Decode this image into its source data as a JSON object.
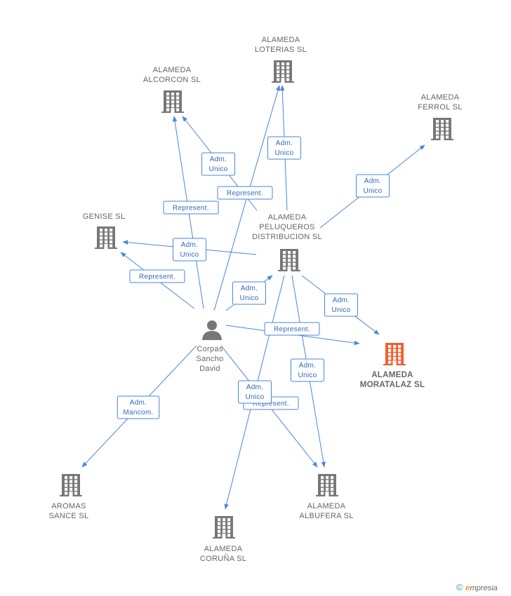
{
  "colors": {
    "edge": "#4a86d8",
    "edge_text": "#2f68b8",
    "building": "#777777",
    "building_focus": "#f06030",
    "person": "#777777",
    "label": "#666666"
  },
  "nodes": [
    {
      "id": "loterias",
      "type": "building",
      "lines": [
        "ALAMEDA",
        "LOTERIAS SL"
      ]
    },
    {
      "id": "alcorcon",
      "type": "building",
      "lines": [
        "ALAMEDA",
        "ALCORCON SL"
      ]
    },
    {
      "id": "ferrol",
      "type": "building",
      "lines": [
        "ALAMEDA",
        "FERROL SL"
      ]
    },
    {
      "id": "genise",
      "type": "building",
      "lines": [
        "GENISE SL"
      ]
    },
    {
      "id": "peluqueros",
      "type": "building",
      "lines": [
        "ALAMEDA",
        "PELUQUEROS",
        "DISTRIBUCION SL"
      ]
    },
    {
      "id": "moratalaz",
      "type": "building",
      "focus": true,
      "lines": [
        "ALAMEDA",
        "MORATALAZ SL"
      ]
    },
    {
      "id": "person",
      "type": "person",
      "lines": [
        "Corpas",
        "Sancho",
        "David"
      ]
    },
    {
      "id": "aromas",
      "type": "building",
      "lines": [
        "AROMAS",
        "SANCE  SL"
      ]
    },
    {
      "id": "albufera",
      "type": "building",
      "lines": [
        "ALAMEDA",
        "ALBUFERA SL"
      ]
    },
    {
      "id": "coruna",
      "type": "building",
      "lines": [
        "ALAMEDA",
        "CORUÑA SL"
      ]
    }
  ],
  "edges": [
    {
      "from": "person",
      "to": "loterias",
      "label": [
        "Represent."
      ]
    },
    {
      "from": "peluqueros",
      "to": "loterias",
      "label": [
        "Adm.",
        "Unico"
      ]
    },
    {
      "from": "person",
      "to": "alcorcon",
      "label": [
        "Represent."
      ]
    },
    {
      "from": "peluqueros",
      "to": "alcorcon",
      "label": [
        "Adm.",
        "Unico"
      ]
    },
    {
      "from": "peluqueros",
      "to": "ferrol",
      "label": [
        "Adm.",
        "Unico"
      ]
    },
    {
      "from": "peluqueros",
      "to": "genise",
      "label": [
        "Adm.",
        "Unico"
      ]
    },
    {
      "from": "person",
      "to": "genise",
      "label": [
        "Represent."
      ]
    },
    {
      "from": "person",
      "to": "peluqueros",
      "label": [
        "Adm.",
        "Unico"
      ]
    },
    {
      "from": "peluqueros",
      "to": "moratalaz",
      "label": [
        "Adm.",
        "Unico"
      ]
    },
    {
      "from": "person",
      "to": "moratalaz",
      "label": [
        "Represent."
      ]
    },
    {
      "from": "person",
      "to": "aromas",
      "label": [
        "Adm.",
        "Mancom."
      ]
    },
    {
      "from": "peluqueros",
      "to": "albufera",
      "label": [
        "Adm.",
        "Unico"
      ]
    },
    {
      "from": "person",
      "to": "albufera",
      "label": [
        "Represent."
      ]
    },
    {
      "from": "peluqueros",
      "to": "coruna",
      "label": [
        "Adm.",
        "Unico"
      ]
    }
  ],
  "footer": {
    "copyright": "©",
    "brand_initial": "e",
    "brand_rest": "mpresia"
  }
}
